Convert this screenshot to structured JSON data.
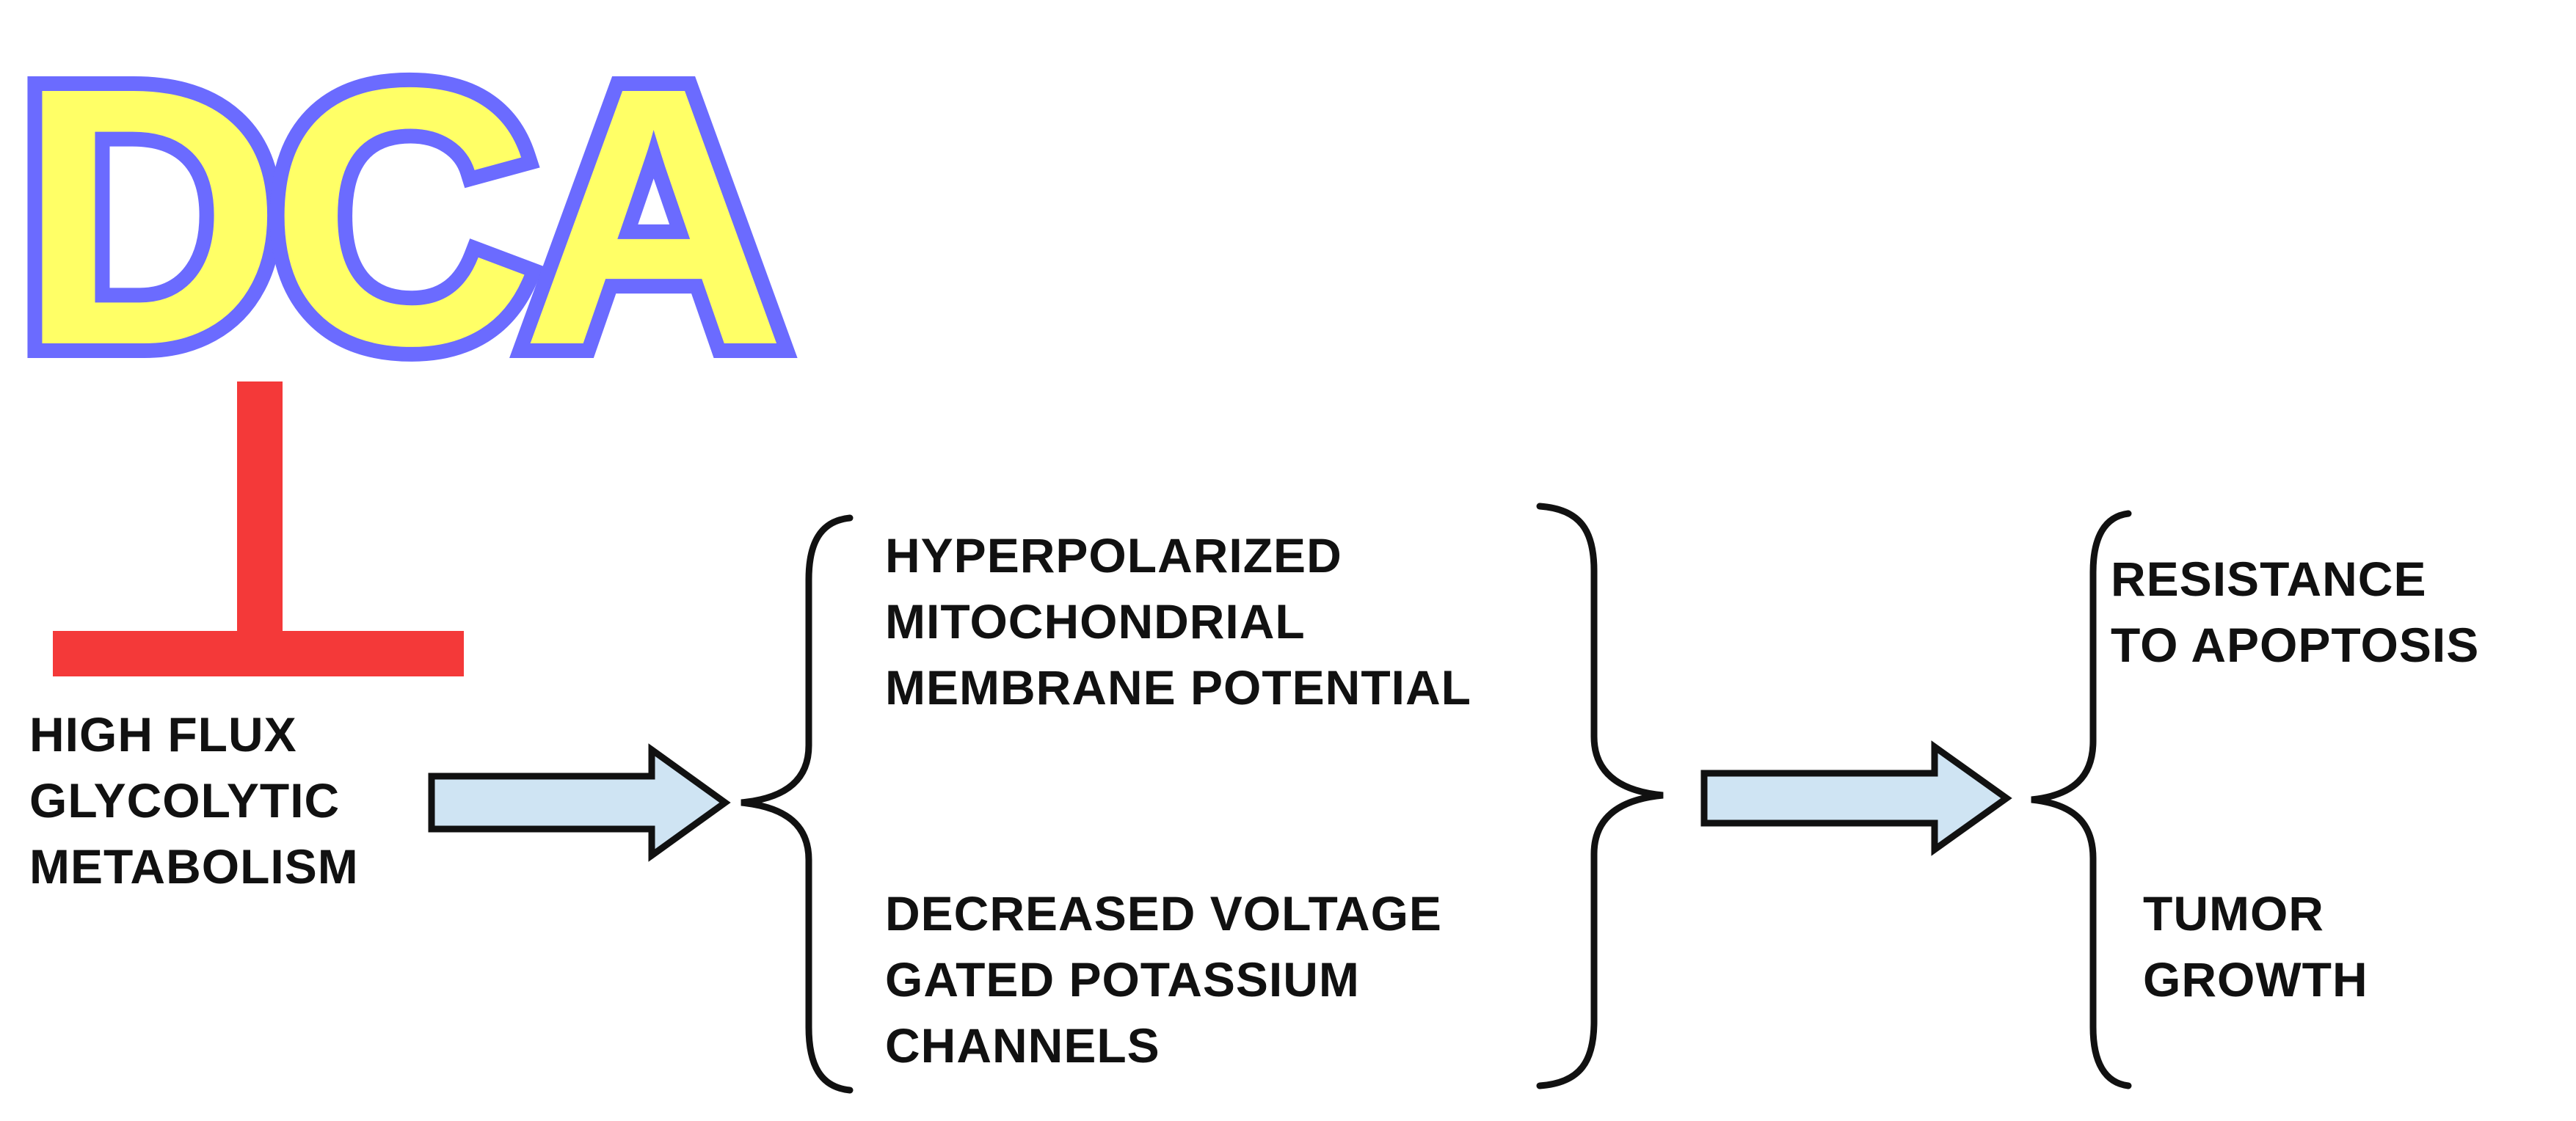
{
  "logo": {
    "text": "DCA",
    "fill_color": "#ffff66",
    "outline_color": "#6b6bff"
  },
  "colors": {
    "inhibitor": "#f43939",
    "arrow_fill": "#cfe4f3",
    "arrow_stroke": "#111111",
    "brace": "#111111",
    "text": "#111111"
  },
  "nodes": {
    "glycolysis": [
      "HIGH FLUX",
      "GLYCOLYTIC",
      "METABOLISM"
    ],
    "hyperpolarized": [
      "HYPERPOLARIZED",
      "MITOCHONDRIAL",
      "MEMBRANE POTENTIAL"
    ],
    "potassium": [
      "DECREASED VOLTAGE",
      "GATED POTASSIUM",
      "CHANNELS"
    ],
    "apoptosis": [
      "RESISTANCE",
      "TO APOPTOSIS"
    ],
    "tumor": [
      "TUMOR",
      "GROWTH"
    ]
  },
  "edges": [
    {
      "from": "logo",
      "to": "glycolysis",
      "type": "inhibition"
    },
    {
      "from": "glycolysis",
      "to": "group-mechanisms",
      "type": "arrow"
    },
    {
      "from": "group-mechanisms",
      "to": "group-outcomes",
      "type": "arrow"
    }
  ]
}
